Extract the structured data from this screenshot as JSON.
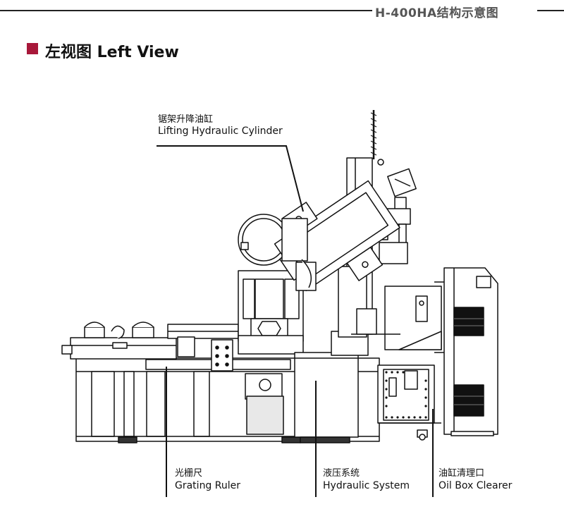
{
  "header": {
    "model_label": "H-400HA结构示意图"
  },
  "section": {
    "title": "左视图 Left View",
    "marker_color": "#a8183a"
  },
  "callouts": [
    {
      "zh": "锯架升降油缸",
      "en": "Lifting Hydraulic Cylinder"
    },
    {
      "zh": "光栅尺",
      "en": "Grating Ruler"
    },
    {
      "zh": "液压系统",
      "en": "Hydraulic System"
    },
    {
      "zh": "油缸清理口",
      "en": "Oil Box Clearer"
    }
  ]
}
